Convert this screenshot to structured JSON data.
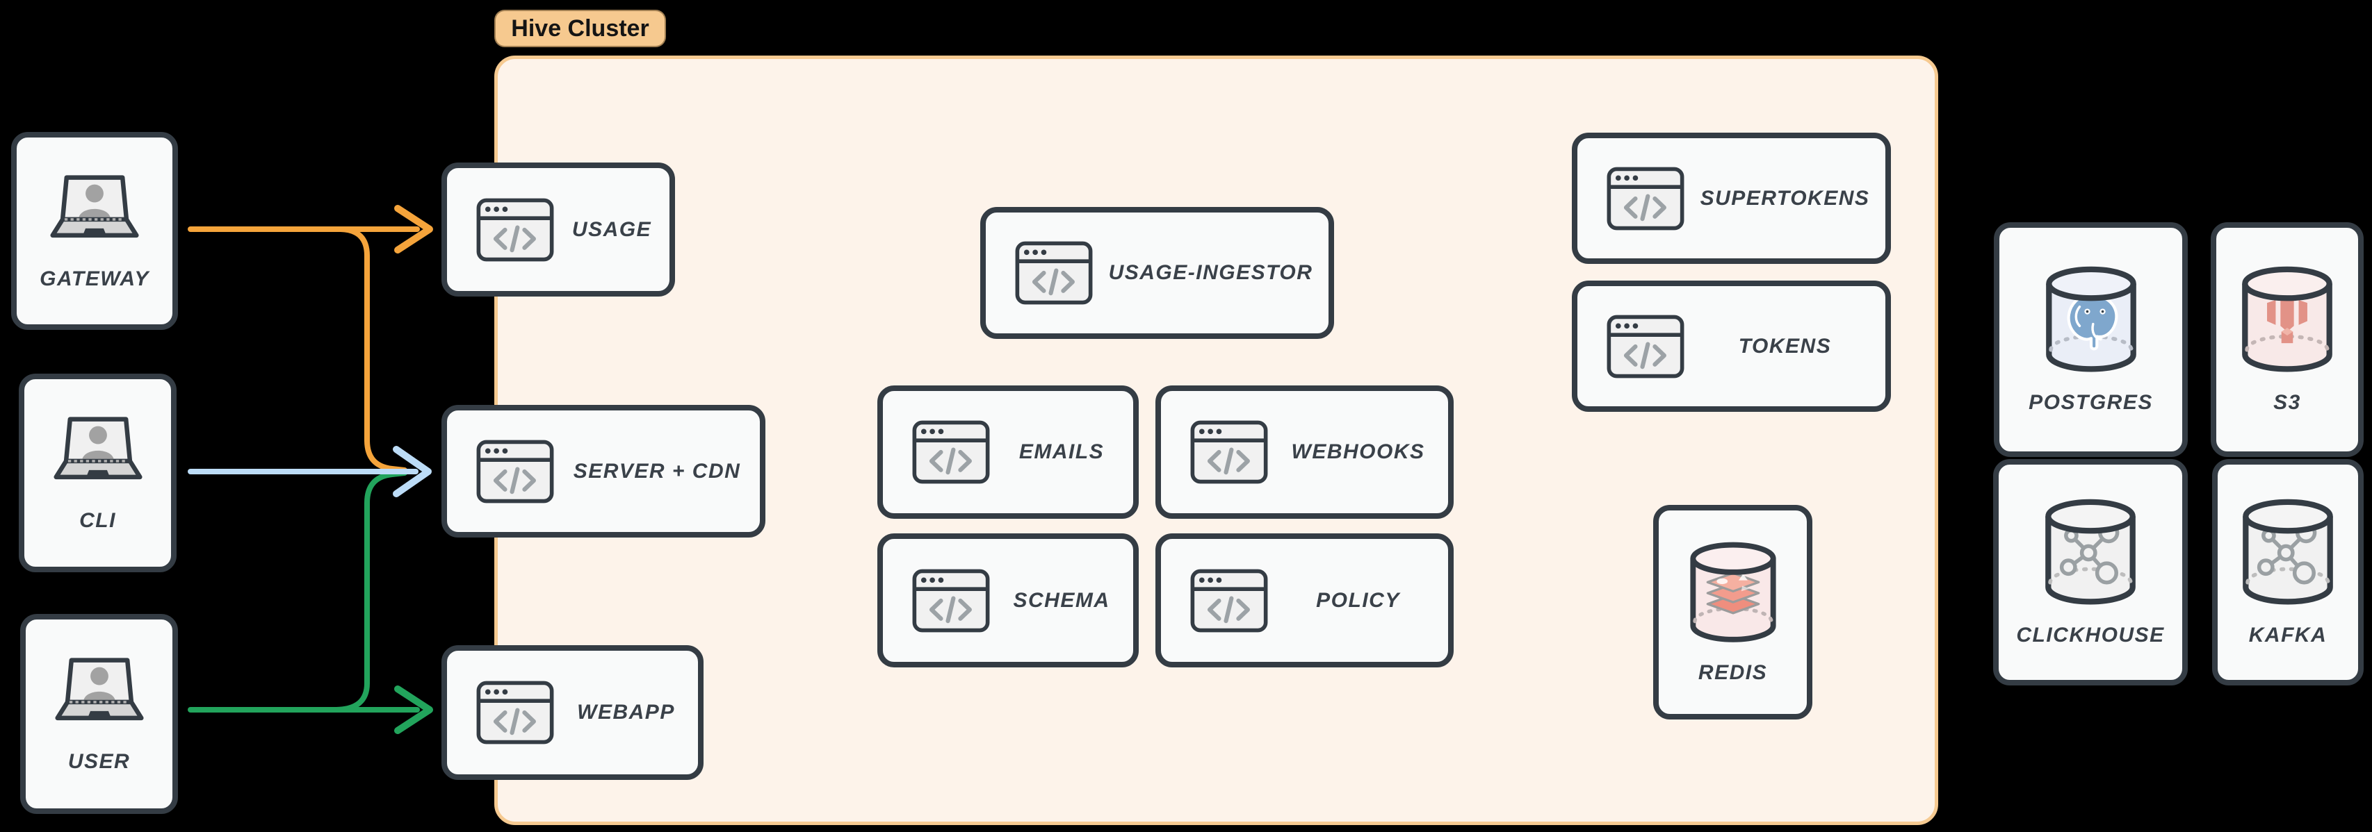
{
  "title_badge": {
    "label": "Hive Cluster"
  },
  "colors": {
    "background": "#000000",
    "cluster_fill": "#FDF3EA",
    "cluster_border": "#F6CA91",
    "badge_fill": "#F6C98F",
    "node_fill": "#F9FAFA",
    "node_border": "#343C44",
    "label": "#3A4149",
    "arrow_orange": "#F5A43B",
    "arrow_blue": "#BCDCF7",
    "arrow_green": "#22A45C"
  },
  "clients": [
    {
      "label": "GATEWAY",
      "icon": "laptop-user-icon"
    },
    {
      "label": "CLI",
      "icon": "laptop-user-icon"
    },
    {
      "label": "USER",
      "icon": "laptop-user-icon"
    }
  ],
  "services": [
    {
      "label": "USAGE",
      "icon": "code-window-icon"
    },
    {
      "label": "SERVER + CDN",
      "icon": "code-window-icon"
    },
    {
      "label": "WEBAPP",
      "icon": "code-window-icon"
    },
    {
      "label": "USAGE-INGESTOR",
      "icon": "code-window-icon"
    },
    {
      "label": "EMAILS",
      "icon": "code-window-icon"
    },
    {
      "label": "WEBHOOKS",
      "icon": "code-window-icon"
    },
    {
      "label": "SCHEMA",
      "icon": "code-window-icon"
    },
    {
      "label": "POLICY",
      "icon": "code-window-icon"
    },
    {
      "label": "SUPERTOKENS",
      "icon": "code-window-icon"
    },
    {
      "label": "TOKENS",
      "icon": "code-window-icon"
    }
  ],
  "datastores": [
    {
      "label": "REDIS",
      "icon": "redis-cylinder-icon"
    },
    {
      "label": "POSTGRES",
      "icon": "postgres-cylinder-icon"
    },
    {
      "label": "S3",
      "icon": "s3-cylinder-icon"
    },
    {
      "label": "CLICKHOUSE",
      "icon": "molecule-cylinder-icon"
    },
    {
      "label": "KAFKA",
      "icon": "molecule-cylinder-icon"
    }
  ],
  "edges": [
    {
      "from": "GATEWAY",
      "to": "USAGE",
      "color": "#F5A43B"
    },
    {
      "from": "GATEWAY",
      "to": "SERVER + CDN",
      "color": "#F5A43B"
    },
    {
      "from": "CLI",
      "to": "SERVER + CDN",
      "color": "#BCDCF7"
    },
    {
      "from": "USER",
      "to": "WEBAPP",
      "color": "#22A45C"
    },
    {
      "from": "USER",
      "to": "SERVER + CDN",
      "color": "#22A45C"
    }
  ]
}
